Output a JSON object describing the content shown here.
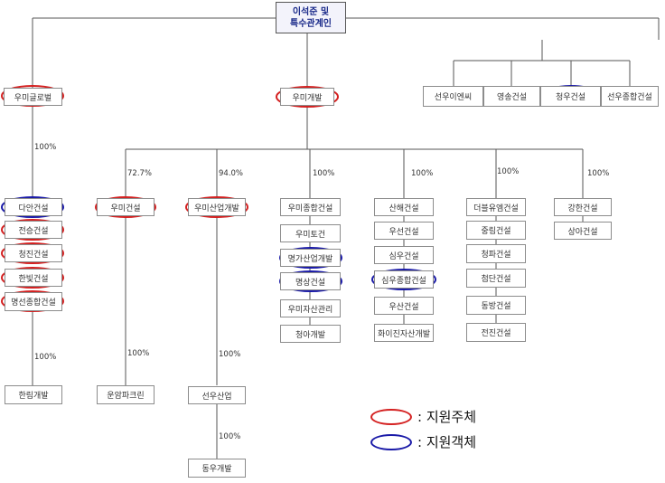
{
  "top": {
    "line1": "이석준 및",
    "line2": "특수관계인"
  },
  "nodes": {
    "woomi_global": "우미글로벌",
    "woomi_dev": "우미개발",
    "seonwoo_ens": "선우이엔씨",
    "youngsong": "영송건설",
    "cheongwoo": "청우건설",
    "seonwoo_jonghap": "선우종합건설",
    "daan": "다안건설",
    "jeonseung": "전승건설",
    "cheongjin": "청진건설",
    "hanbit": "한빛건설",
    "myungseon": "명선종합건설",
    "hanrim": "한림개발",
    "woomi_const": "우미건설",
    "unam_park": "운암파크린",
    "woomi_sanup": "우미산업개발",
    "seonwoo_sanup": "선우산업",
    "dongwoo": "동우개발",
    "woomi_jonghap": "우미종합건설",
    "woomi_togun": "우미토건",
    "myungga": "명가산업개발",
    "myungsang": "명상건설",
    "woomi_asset": "우미자산관리",
    "cheonga": "청아개발",
    "sanhae": "산해건설",
    "woosun": "우선건설",
    "simwoo": "심우건설",
    "simwoo_jonghap": "심우종합건설",
    "woosan": "우산건설",
    "hwaijin": "화이진자산개발",
    "double": "더블유엠건설",
    "junglim": "중림건설",
    "cheongpa": "청파건설",
    "cheomdan": "첨단건설",
    "dongbang": "동방건설",
    "jeonjin": "전진건설",
    "kanghan": "강한건설",
    "sanga": "상아건설"
  },
  "percentages": {
    "global_to_daan": "100%",
    "myungseon_to_hanrim": "100%",
    "woomi_const": "72.7%",
    "const_to_unam": "100%",
    "woomi_sanup": "94.0%",
    "sanup_to_seonwoo": "100%",
    "seonwoo_to_dongwoo": "100%",
    "col_jonghap": "100%",
    "col_sanhae": "100%",
    "col_double": "100%",
    "col_kanghan": "100%"
  },
  "legend": {
    "support_subject": ": 지원주체",
    "support_object": ": 지원객체"
  },
  "colors": {
    "support_subject": "#d42020",
    "support_object": "#1a1aa8",
    "line": "#555555"
  }
}
